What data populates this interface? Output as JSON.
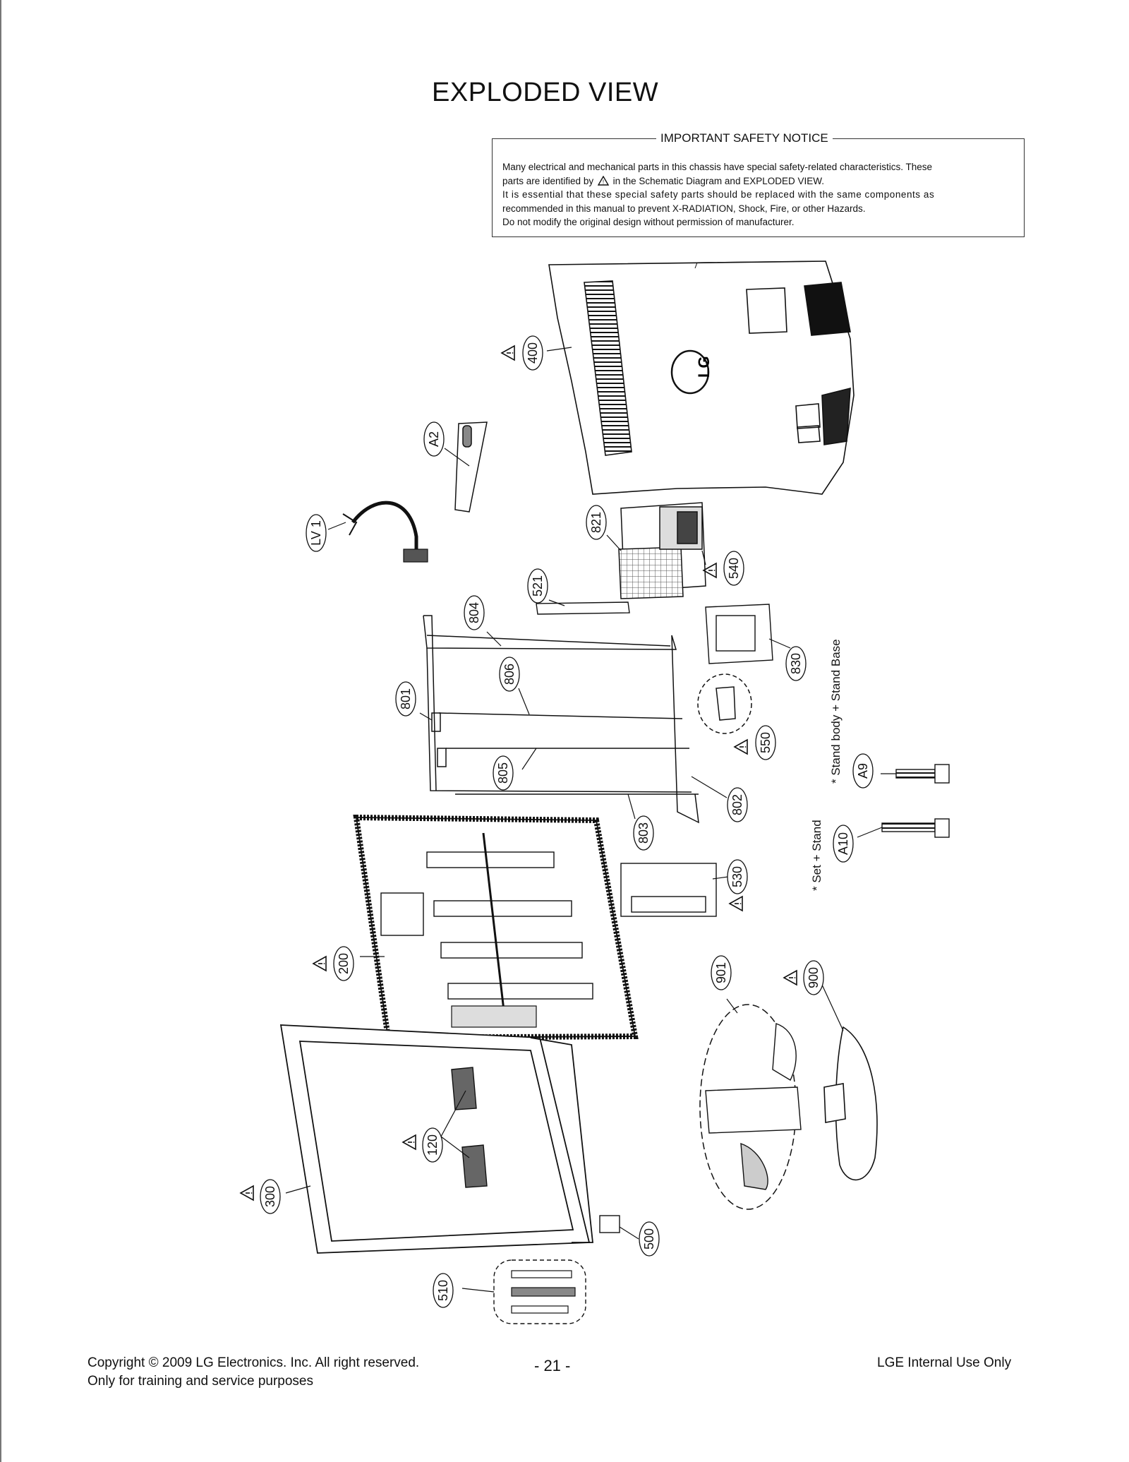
{
  "title": "EXPLODED VIEW",
  "notice": {
    "heading": "IMPORTANT SAFETY NOTICE",
    "line1": "Many electrical and mechanical parts in this chassis have special safety-related characteristics. These",
    "line2a": "parts are identified by",
    "line2b": "in the Schematic Diagram and EXPLODED VIEW.",
    "line3": "It is essential that these special safety parts should be replaced with the same components as",
    "line4": "recommended in this manual to prevent X-RADIATION, Shock, Fire, or other Hazards.",
    "line5": "Do not modify the original design without permission of manufacturer."
  },
  "callouts": {
    "p400": "400",
    "pA2": "A2",
    "pLV1": "LV 1",
    "p821": "821",
    "p540": "540",
    "p521": "521",
    "p804": "804",
    "p806": "806",
    "p801": "801",
    "p830": "830",
    "p550": "550",
    "p805": "805",
    "p802": "802",
    "p803": "803",
    "pA9": "A9",
    "pA10": "A10",
    "p530": "530",
    "p200": "200",
    "p901": "901",
    "p900": "900",
    "p120": "120",
    "p300": "300",
    "p500": "500",
    "p510": "510"
  },
  "notes": {
    "stand_body": "* Stand body + Stand Base",
    "set_stand": "* Set + Stand"
  },
  "logo_text": "LG",
  "footer": {
    "copyright": "Copyright  © 2009 LG Electronics. Inc. All right reserved.",
    "training": "Only for training and service purposes",
    "page_number": "- 21 -",
    "internal": "LGE Internal Use Only"
  }
}
